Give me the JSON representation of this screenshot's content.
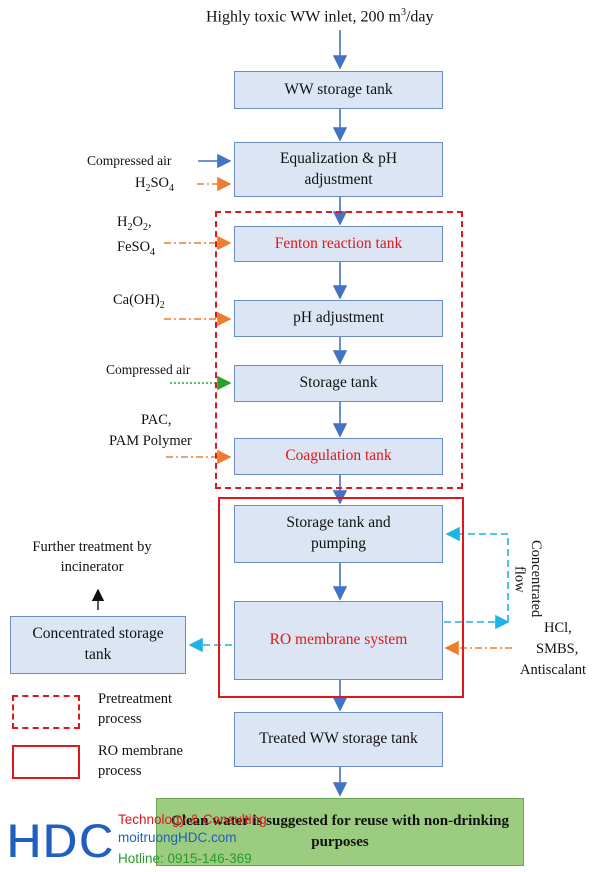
{
  "inlet": {
    "text": "Highly toxic WW inlet, 200 m",
    "sup": "3",
    "suffix": "/day"
  },
  "boxes": {
    "storage": "WW storage tank",
    "equalization": "Equalization & pH adjustment",
    "fenton": "Fenton reaction tank",
    "ph": "pH adjustment",
    "storage2": "Storage tank",
    "coagulation": "Coagulation tank",
    "pumping": "Storage tank and pumping",
    "ro": "RO membrane system",
    "concentrated": "Concentrated storage tank",
    "treated": "Treated WW storage tank",
    "clean": "Clean water is suggested for reuse with non-drinking purposes"
  },
  "inputs": {
    "air1": "Compressed air",
    "h2so4_main": "H",
    "h2so4_sub1": "2",
    "h2so4_mid": "SO",
    "h2so4_sub2": "4",
    "h2o2_main": "H",
    "h2o2_sub1": "2",
    "h2o2_mid": "O",
    "h2o2_sub2": "2",
    "h2o2_tail": ",",
    "feso4_main": "FeSO",
    "feso4_sub": "4",
    "caoh_main": "Ca(OH)",
    "caoh_sub": "2",
    "air2": "Compressed air",
    "pac": "PAC,",
    "pam": "PAM Polymer",
    "hcl": "HCl,",
    "smbs": "SMBS,",
    "antiscalant": "Antiscalant"
  },
  "concentrated_flow": "Concentrated flow",
  "further": "Further treatment by incinerator",
  "legend": {
    "pretreatment": "Pretreatment process",
    "ro": "RO membrane process"
  },
  "logo": {
    "brand": "HDC",
    "line1": "Technology & Consulting",
    "line2": "moitruongHDC.com",
    "line3": "Hotline: 0915-146-369"
  },
  "colors": {
    "box_fill": "#dbe5f3",
    "box_border": "#6a8cc7",
    "red": "#e0171b",
    "blue_arrow": "#4472c4",
    "orange_arrow": "#ed7d31",
    "green_arrow": "#2ca02c",
    "cyan_arrow": "#1fb2e6",
    "clean_fill": "#9ccc80",
    "logo_blue": "#1f5fbf"
  }
}
